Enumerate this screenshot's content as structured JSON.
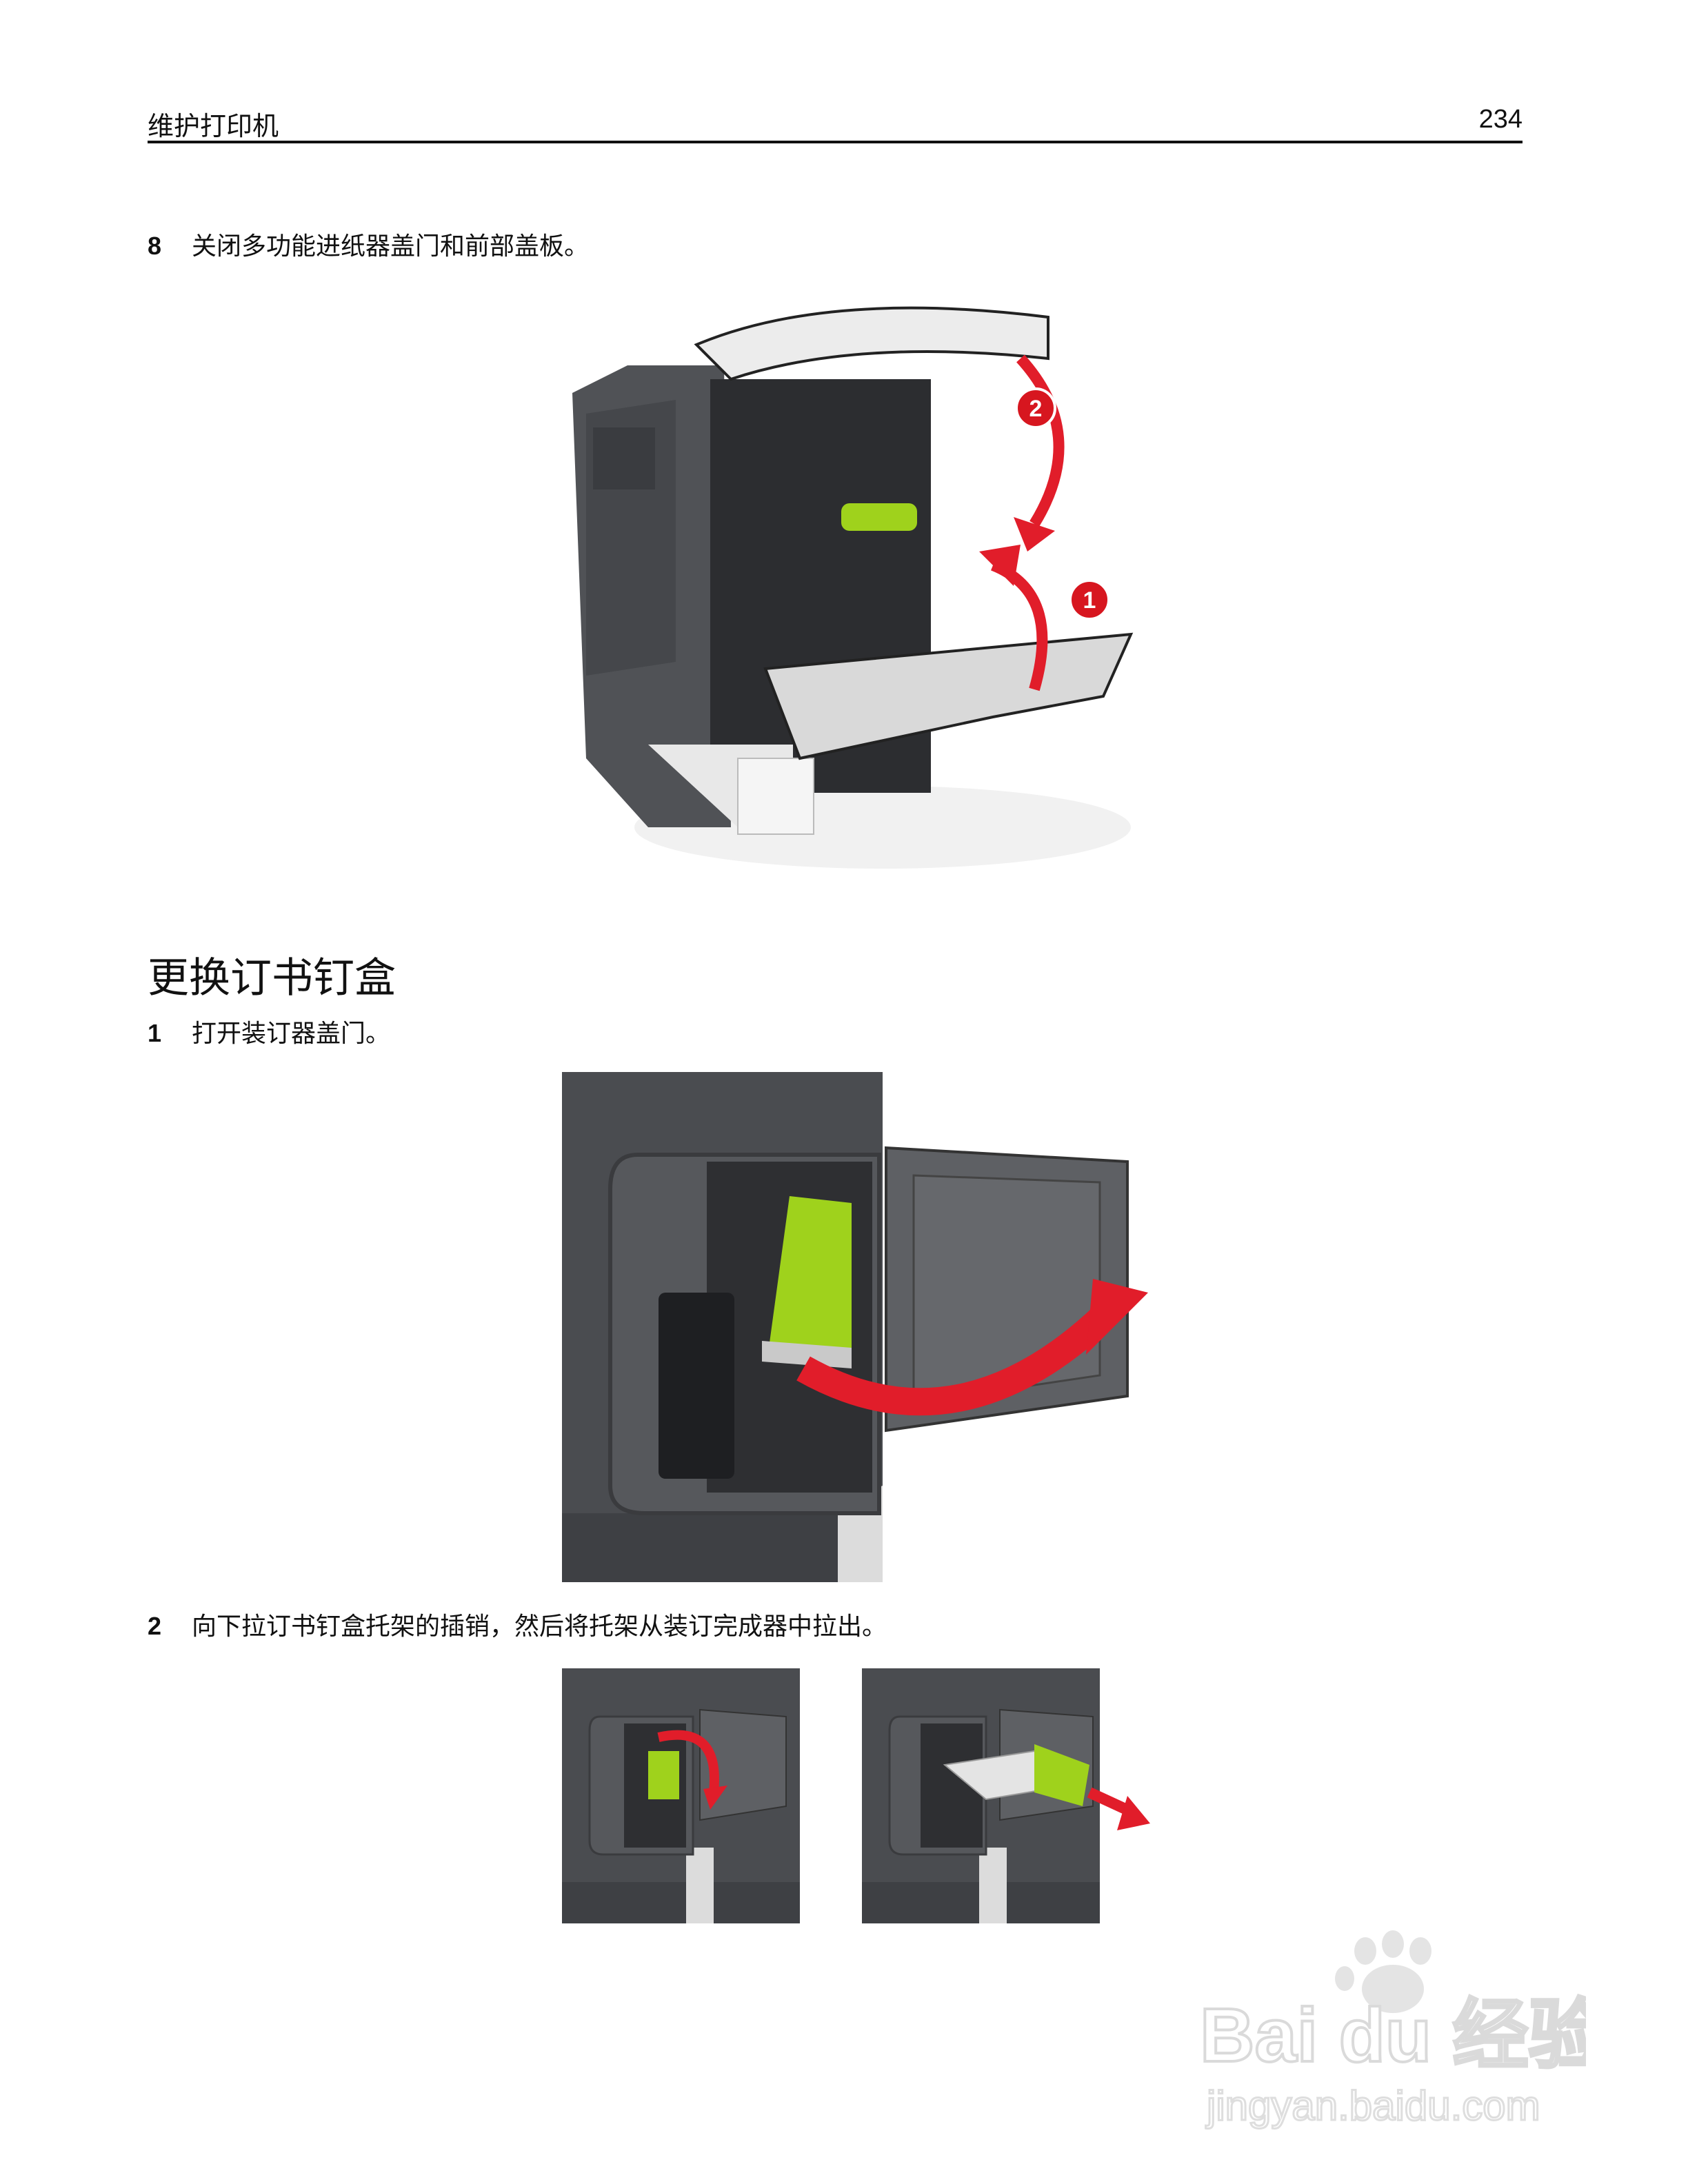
{
  "header": {
    "title": "维护打印机",
    "page_number": "234"
  },
  "step8": {
    "number": "8",
    "text": "关闭多功能进纸器盖门和前部盖板。"
  },
  "figure1": {
    "callouts": [
      "2",
      "1"
    ]
  },
  "section": {
    "title": "更换订书钉盒"
  },
  "step1": {
    "number": "1",
    "text": "打开装订器盖门。"
  },
  "step2": {
    "number": "2",
    "text": "向下拉订书钉盒托架的插销，然后将托架从装订完成器中拉出。"
  },
  "watermark": {
    "brand": "Baidu经验",
    "url": "jingyan.baidu.com"
  },
  "colors": {
    "arrow_red": "#e11d2a",
    "part_green": "#9fd21c",
    "printer_dark": "#4a4c50",
    "callout_red": "#d7161f"
  }
}
